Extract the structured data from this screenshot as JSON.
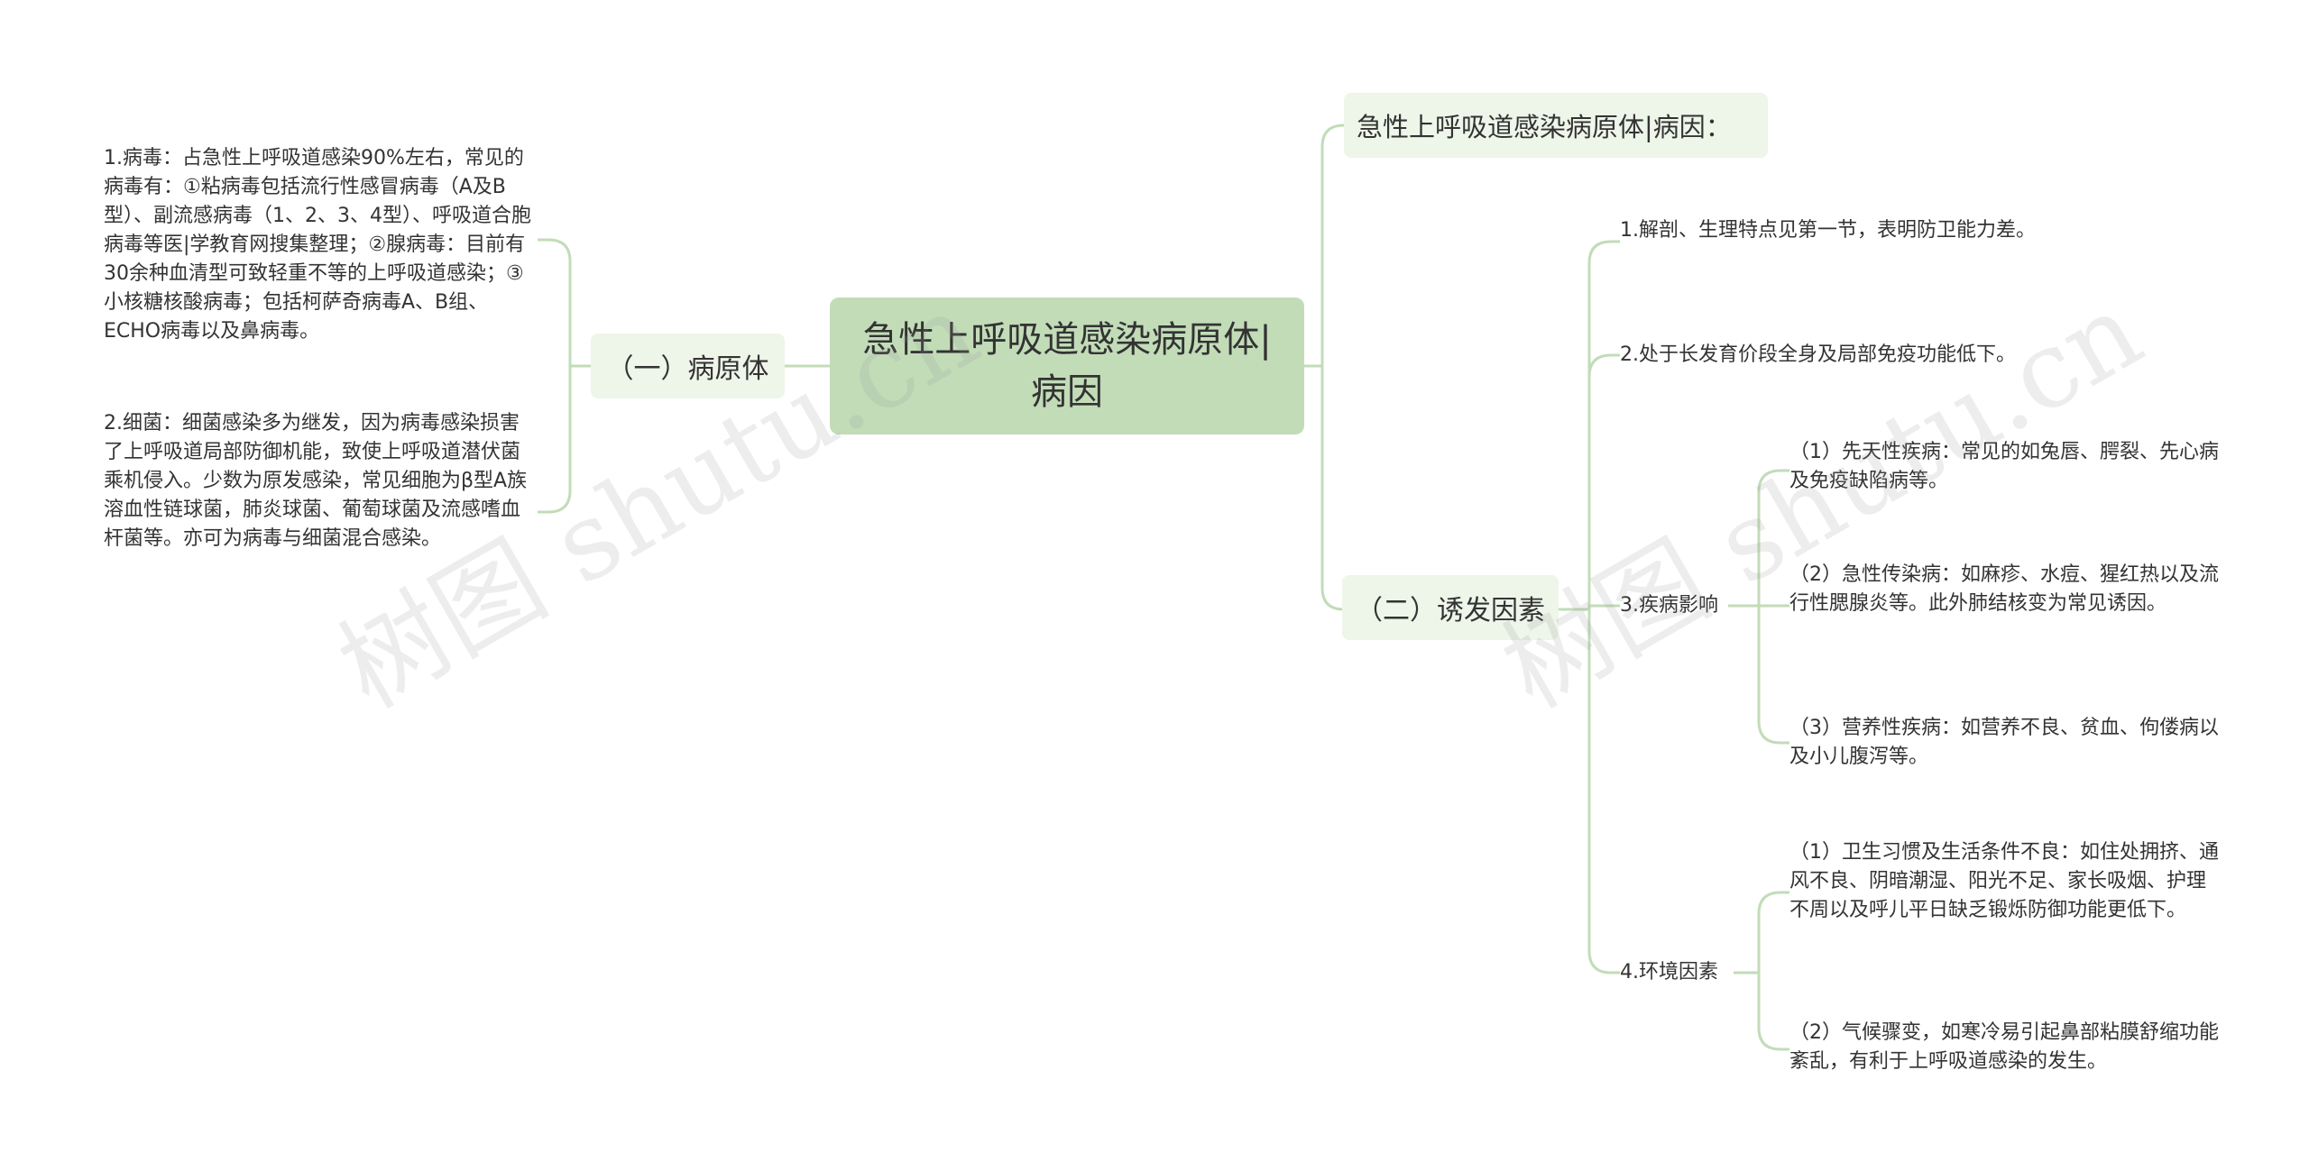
{
  "root": {
    "title": "急性上呼吸道感染病原体|病因"
  },
  "left": {
    "title": "（一）病原体",
    "items": [
      "1.病毒：占急性上呼吸道感染90%左右，常见的病毒有：①粘病毒包括流行性感冒病毒（A及B型）、副流感病毒（1、2、3、4型）、呼吸道合胞病毒等医|学教育网搜集整理；②腺病毒：目前有30余种血清型可致轻重不等的上呼吸道感染；③小核糖核酸病毒；包括柯萨奇病毒A、B组、ECHO病毒以及鼻病毒。",
      "2.细菌：细菌感染多为继发，因为病毒感染损害了上呼吸道局部防御机能，致使上呼吸道潜伏菌乘机侵入。少数为原发感染，常见细胞为β型A族溶血性链球菌，肺炎球菌、葡萄球菌及流感嗜血杆菌等。亦可为病毒与细菌混合感染。"
    ]
  },
  "right_top": {
    "title": "急性上呼吸道感染病原体|病因："
  },
  "right": {
    "title": "（二）诱发因素",
    "item1": "1.解剖、生理特点见第一节，表明防卫能力差。",
    "item2": "2.处于长发育价段全身及局部免疫功能低下。",
    "item3": {
      "label": "3.疾病影响",
      "children": [
        "（1）先天性疾病：常见的如兔唇、腭裂、先心病及免疫缺陷病等。",
        "（2）急性传染病：如麻疹、水痘、猩红热以及流行性腮腺炎等。此外肺结核变为常见诱因。",
        "（3）营养性疾病：如营养不良、贫血、佝偻病以及小儿腹泻等。"
      ]
    },
    "item4": {
      "label": "4.环境因素",
      "children": [
        "（1）卫生习惯及生活条件不良：如住处拥挤、通风不良、阴暗潮湿、阳光不足、家长吸烟、护理不周以及呼儿平日缺乏锻烁防御功能更低下。",
        "（2）气候骤变，如寒冷易引起鼻部粘膜舒缩功能紊乱，有利于上呼吸道感染的发生。"
      ]
    }
  },
  "watermarks": [
    "树图 shutu.cn",
    "树图 shutu.cn"
  ],
  "colors": {
    "root_fill": "#c2dcb8",
    "sub_fill": "#eef5e9",
    "line": "#c2dcb8"
  }
}
